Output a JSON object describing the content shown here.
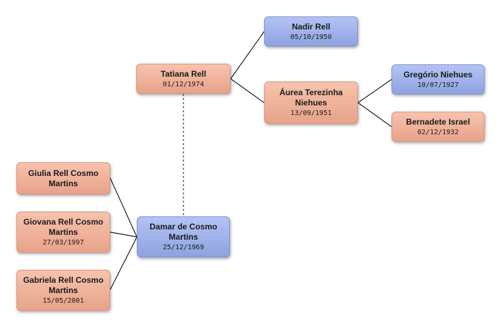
{
  "people": {
    "tatiana": {
      "name": "Tatiana Rell",
      "date": "01/12/1974"
    },
    "nadir": {
      "name": "Nadir Rell",
      "date": "05/10/1950"
    },
    "aurea": {
      "name": "Áurea Terezinha Niehues",
      "date": "13/09/1951"
    },
    "gregorio": {
      "name": "Gregório Niehues",
      "date": "10/07/1927"
    },
    "bernadete": {
      "name": "Bernadete Israel",
      "date": "02/12/1932"
    },
    "damar": {
      "name": "Damar de Cosmo Martins",
      "date": "25/12/1969"
    },
    "giulia": {
      "name": "Giulia Rell Cosmo Martins",
      "date": ""
    },
    "giovana": {
      "name": "Giovana Rell Cosmo Martins",
      "date": "27/03/1997"
    },
    "gabriela": {
      "name": "Gabriela Rell Cosmo Martins",
      "date": "15/05/2001"
    }
  },
  "colors": {
    "female_box": "#f2b39d",
    "male_box": "#a2b4ea",
    "link_line": "#1a1a1a",
    "partner_line": "#555555"
  }
}
